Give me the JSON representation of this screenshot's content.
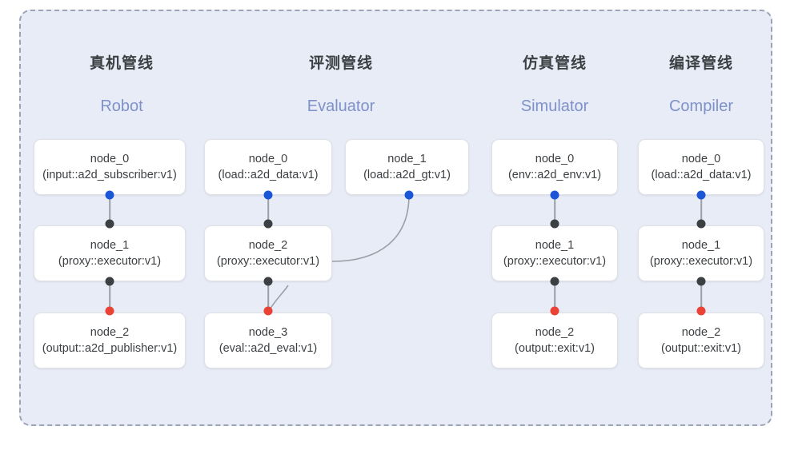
{
  "board": {
    "background_color": "#e8ecf7",
    "border_color": "#9ba3b4",
    "border_style": "dashed"
  },
  "palette": {
    "input_port": "#1a56d6",
    "mid_port": "#3c4043",
    "output_port": "#ea4335",
    "edge": "#9aa0a6",
    "subtitle": "#7e91c9",
    "title": "#3c4043",
    "card_bg": "#ffffff",
    "card_border": "#dfe1e6"
  },
  "columns": [
    {
      "id": "robot",
      "title_cn": "真机管线",
      "title_en": "Robot",
      "nodes": [
        {
          "name": "node_0",
          "type": "(input::a2d_subscriber:v1)"
        },
        {
          "name": "node_1",
          "type": "(proxy::executor:v1)"
        },
        {
          "name": "node_2",
          "type": "(output::a2d_publisher:v1)"
        }
      ]
    },
    {
      "id": "evaluator",
      "title_cn": "评测管线",
      "title_en": "Evaluator",
      "nodes": [
        {
          "name": "node_0",
          "type": "(load::a2d_data:v1)"
        },
        {
          "name": "node_1",
          "type": "(load::a2d_gt:v1)"
        },
        {
          "name": "node_2",
          "type": "(proxy::executor:v1)"
        },
        {
          "name": "node_3",
          "type": "(eval::a2d_eval:v1)"
        }
      ]
    },
    {
      "id": "simulator",
      "title_cn": "仿真管线",
      "title_en": "Simulator",
      "nodes": [
        {
          "name": "node_0",
          "type": "(env::a2d_env:v1)"
        },
        {
          "name": "node_1",
          "type": "(proxy::executor:v1)"
        },
        {
          "name": "node_2",
          "type": "(output::exit:v1)"
        }
      ]
    },
    {
      "id": "compiler",
      "title_cn": "编译管线",
      "title_en": "Compiler",
      "nodes": [
        {
          "name": "node_0",
          "type": "(load::a2d_data:v1)"
        },
        {
          "name": "node_1",
          "type": "(proxy::executor:v1)"
        },
        {
          "name": "node_2",
          "type": "(output::exit:v1)"
        }
      ]
    }
  ]
}
